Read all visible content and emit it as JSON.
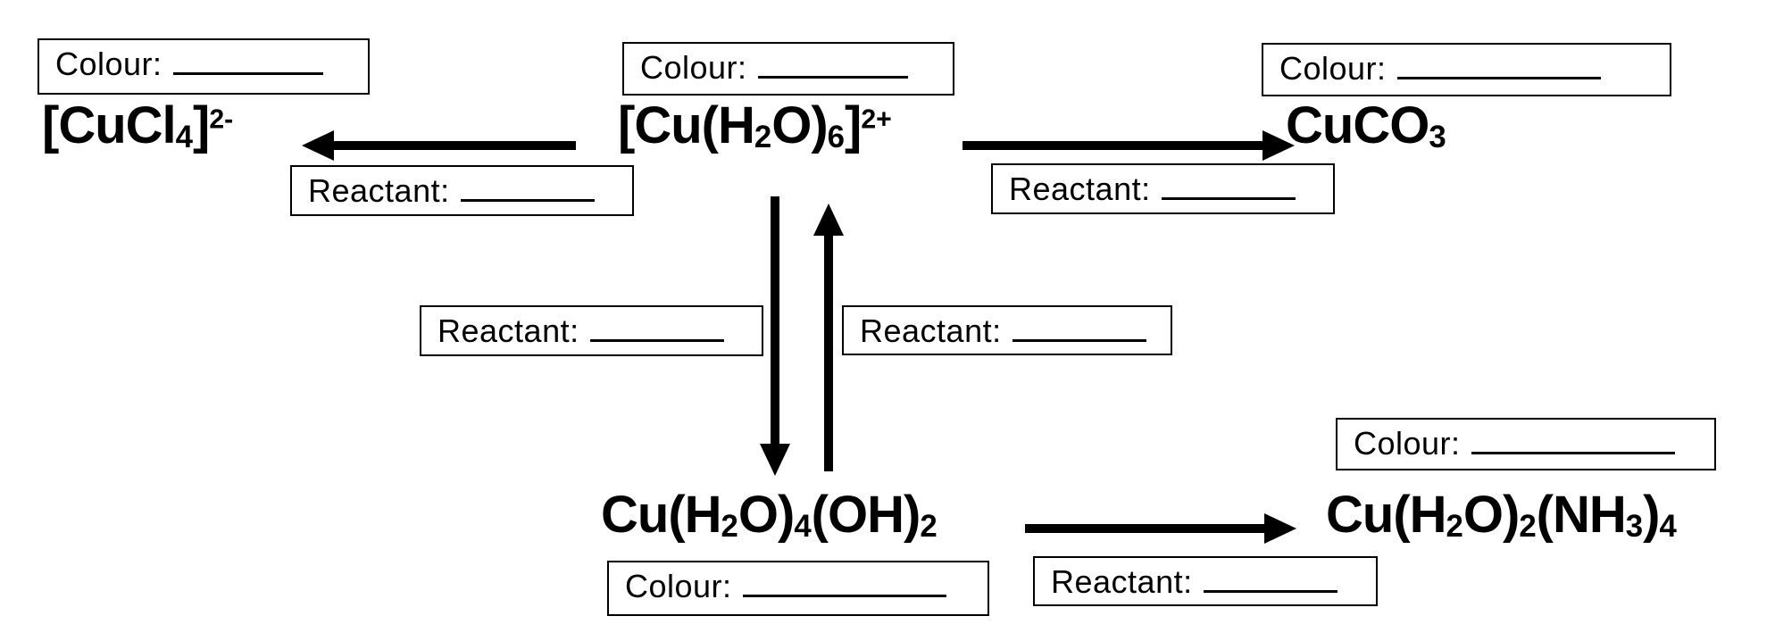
{
  "colors": {
    "ink": "#000000",
    "paper": "#ffffff"
  },
  "labels": {
    "colour": "Colour:",
    "reactant": "Reactant:"
  },
  "formulas": {
    "cucl4": {
      "text": "[CuCl₄]²⁻",
      "segments": [
        {
          "t": "[CuCl"
        },
        {
          "sub": "4"
        },
        {
          "t": "]"
        },
        {
          "sup": "2-"
        }
      ]
    },
    "cuh2o6": {
      "text": "[Cu(H₂O)₆]²⁺",
      "segments": [
        {
          "t": "[Cu(H"
        },
        {
          "sub": "2"
        },
        {
          "t": "O)"
        },
        {
          "sub": "6"
        },
        {
          "t": "]"
        },
        {
          "sup": "2+"
        }
      ]
    },
    "cuco3": {
      "text": "CuCO₃",
      "segments": [
        {
          "t": "CuCO"
        },
        {
          "sub": "3"
        }
      ]
    },
    "cuh2o4oh2": {
      "text": "Cu(H₂O)₄(OH)₂",
      "segments": [
        {
          "t": "Cu(H"
        },
        {
          "sub": "2"
        },
        {
          "t": "O)"
        },
        {
          "sub": "4"
        },
        {
          "t": "(OH)"
        },
        {
          "sub": "2"
        }
      ]
    },
    "cuh2o2nh34": {
      "text": "Cu(H₂O)₂(NH₃)₄",
      "segments": [
        {
          "t": "Cu(H"
        },
        {
          "sub": "2"
        },
        {
          "t": "O)"
        },
        {
          "sub": "2"
        },
        {
          "t": "(NH"
        },
        {
          "sub": "3"
        },
        {
          "t": ")"
        },
        {
          "sub": "4"
        }
      ]
    }
  }
}
